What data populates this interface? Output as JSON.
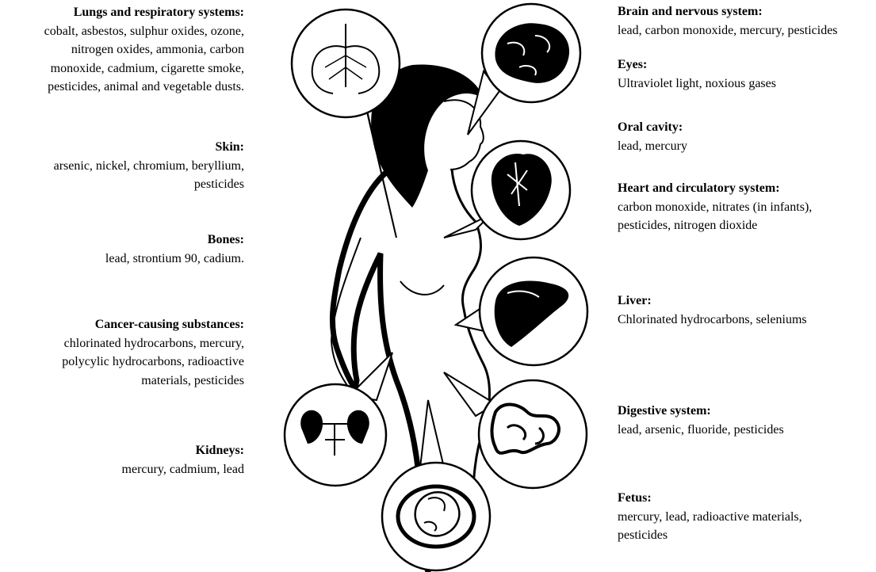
{
  "left": [
    {
      "heading": "Lungs and respiratory systems:",
      "body": [
        "cobalt, asbestos, sulphur oxides, ozone,",
        "nitrogen oxides, ammonia, carbon",
        "monoxide, cadmium, cigarette smoke,",
        "pesticides, animal and vegetable dusts."
      ]
    },
    {
      "heading": "Skin:",
      "body": [
        "arsenic, nickel, chromium, beryllium,",
        "pesticides"
      ]
    },
    {
      "heading": "Bones:",
      "body": [
        "lead, strontium 90, cadium."
      ]
    },
    {
      "heading": "Cancer-causing substances:",
      "body": [
        "chlorinated hydrocarbons, mercury,",
        "polycylic hydrocarbons, radioactive",
        "materials, pesticides"
      ]
    },
    {
      "heading": "Kidneys:",
      "body": [
        "mercury, cadmium, lead"
      ]
    }
  ],
  "right": [
    {
      "heading": "Brain and nervous system:",
      "body": [
        "lead, carbon monoxide, mercury, pesticides"
      ]
    },
    {
      "heading": "Eyes:",
      "body": [
        "Ultraviolet light, noxious gases"
      ]
    },
    {
      "heading": "Oral cavity:",
      "body": [
        "lead, mercury"
      ]
    },
    {
      "heading": "Heart and circulatory system:",
      "body": [
        "carbon monoxide, nitrates (in infants),",
        "pesticides, nitrogen dioxide"
      ]
    },
    {
      "heading": "Liver:",
      "body": [
        "Chlorinated hydrocarbons, seleniums"
      ]
    },
    {
      "heading": "Digestive system:",
      "body": [
        "lead, arsenic, fluoride, pesticides"
      ]
    },
    {
      "heading": "Fetus:",
      "body": [
        "mercury, lead, radioactive materials,",
        "pesticides"
      ]
    }
  ]
}
